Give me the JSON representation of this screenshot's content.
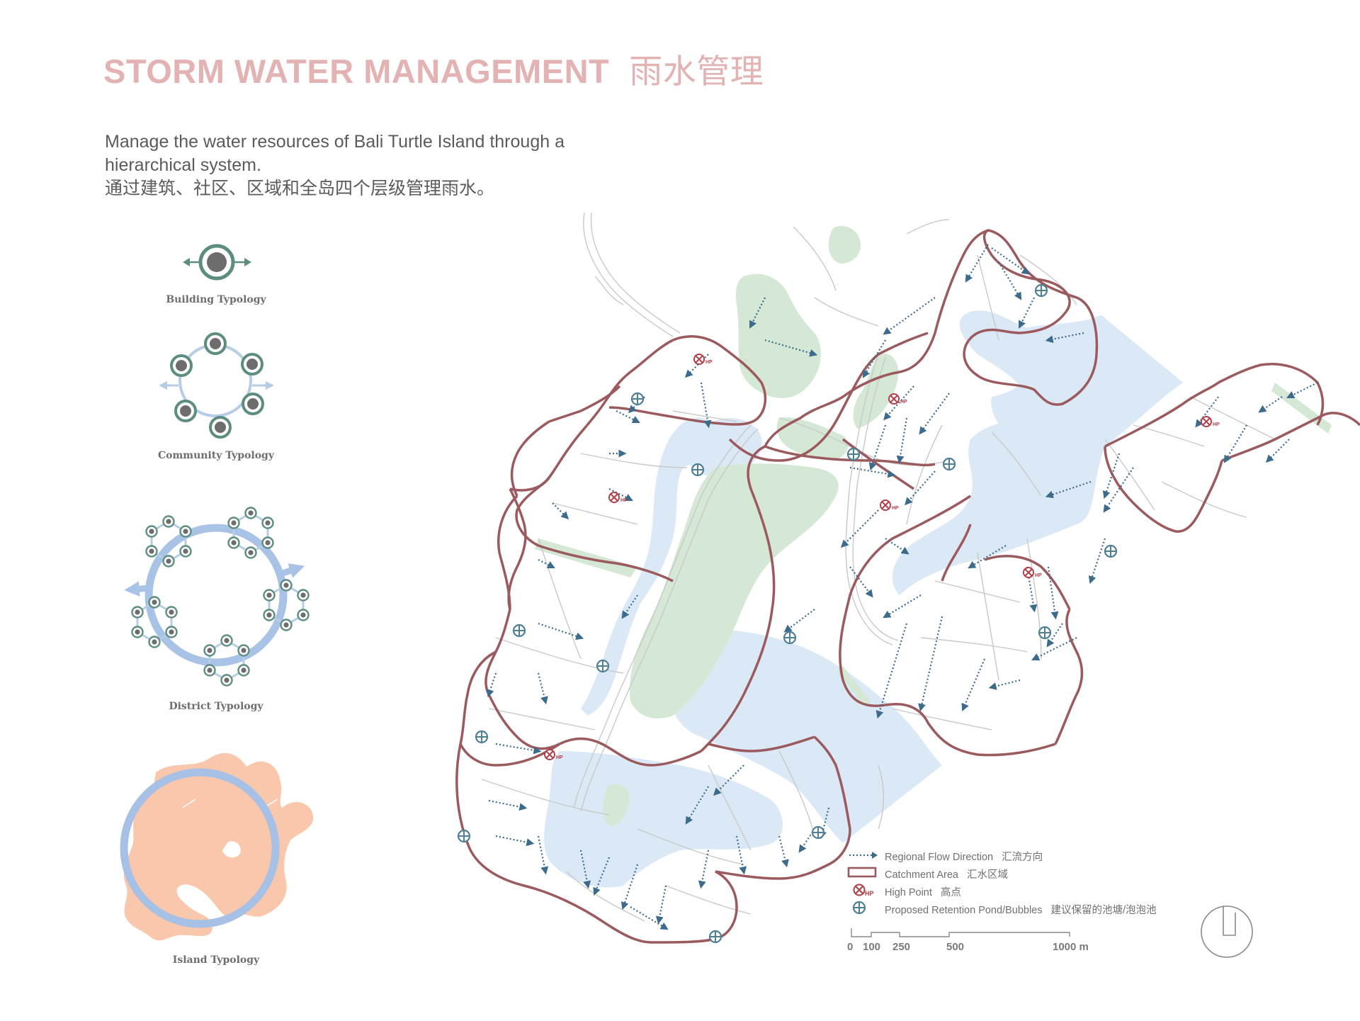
{
  "header": {
    "title_en": "STORM WATER MANAGEMENT",
    "title_cn": "雨水管理"
  },
  "description": {
    "line1": "Manage the water resources of Bali Turtle Island through a",
    "line2": "hierarchical system.",
    "line3": "通过建筑、社区、区域和全岛四个层级管理雨水。"
  },
  "typologies": {
    "building": "Building Typology",
    "community": "Community Typology",
    "district": "District Typology",
    "island": "Island Typology"
  },
  "legend": {
    "flow": {
      "en": "Regional Flow Direction",
      "cn": "汇流方向"
    },
    "catchment": {
      "en": "Catchment Area",
      "cn": "汇水区域"
    },
    "high_point": {
      "en": "High Point",
      "cn": "高点",
      "symbol": "HP"
    },
    "pond": {
      "en": "Proposed Retention Pond/Bubbles",
      "cn": "建议保留的池塘/泡泡池"
    }
  },
  "scale_bar": {
    "ticks": [
      "0",
      "100",
      "250",
      "500",
      "1000 m"
    ]
  },
  "colors": {
    "title": "#e3b2b3",
    "water": "#dbe9f7",
    "green": "#d5e7d5",
    "catchment": "#9b5a5e",
    "flow": "#3c6b8c",
    "pond": "#4f7f93",
    "high_point": "#b0404a",
    "typology_ring": "#b7cde6",
    "typology_node": "#5d8d80",
    "island_fill": "#f9c7ab",
    "island_ring": "#a7c0e6"
  },
  "icons": {
    "north_arrow": "north-arrow-icon",
    "high_point": "high-point-icon",
    "pond": "retention-pond-icon"
  }
}
